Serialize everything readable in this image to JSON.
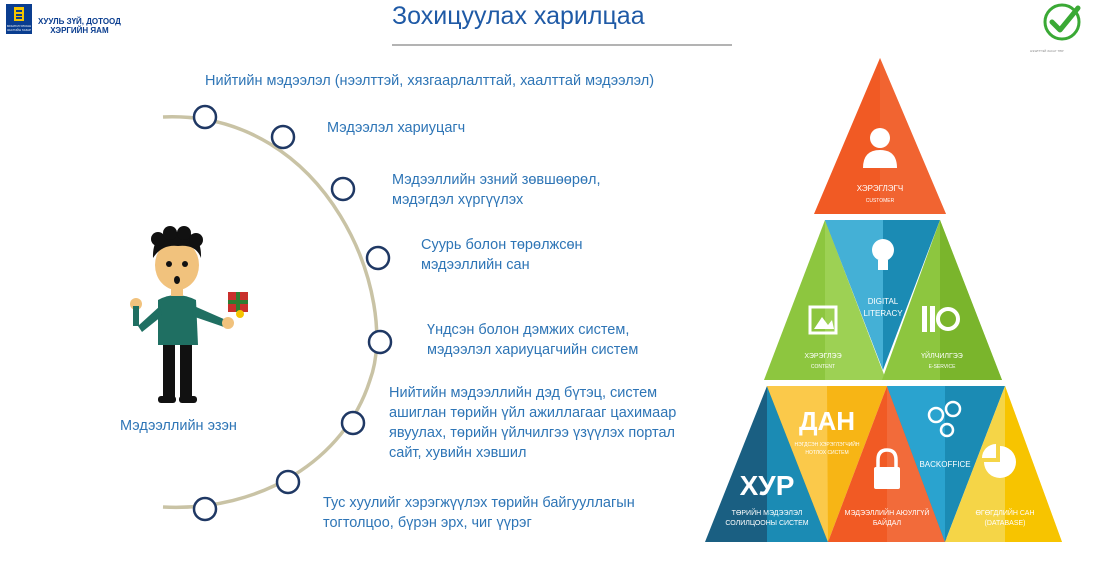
{
  "header": {
    "ministry_small": "МОНГОЛ УЛСЫН ЗАСГИЙН ГАЗАР",
    "ministry_line1": "ХУУЛЬ ЗҮЙ, ДОТООД",
    "ministry_line2": "ХЭРГИЙН ЯАМ",
    "title": "Зохицуулах харилцаа",
    "check_caption": "НЭЭЛТТЭЙ ЗАСАГ ТӨР"
  },
  "owner_label": "Мэдээллийн эзэн",
  "arc_items": [
    {
      "lines": [
        "Нийтийн мэдээлэл (нээлттэй,  хязгаарлалттай, хаалттай мэдээлэл)"
      ]
    },
    {
      "lines": [
        "Мэдээлэл хариуцагч"
      ]
    },
    {
      "lines": [
        "Мэдээллийн эзний зөвшөөрөл,",
        "мэдэгдэл хүргүүлэх"
      ]
    },
    {
      "lines": [
        "Суурь болон төрөлжсөн",
        "мэдээллийн сан"
      ]
    },
    {
      "lines": [
        "Үндсэн болон дэмжих систем,",
        "мэдээлэл хариуцагчийн систем"
      ]
    },
    {
      "lines": [
        "Нийтийн мэдээллийн дэд бүтэц, систем",
        "ашиглан төрийн үйл ажиллагааг цахимаар",
        "явуулах, төрийн үйлчилгээ үзүүлэх портал",
        "сайт, хувийн хэвшил"
      ]
    },
    {
      "lines": [
        "Тус хуулийг хэрэгжүүлэх төрийн байгууллагын",
        "тогтолцоо, бүрэн эрх, чиг үүрэг"
      ]
    }
  ],
  "pyramid": {
    "customer_label": "ХЭРЭГЛЭГЧ",
    "customer_sub": "CUSTOMER",
    "literacy_line1": "DIGITAL",
    "literacy_line2": "LITERACY",
    "content_label": "ХЭРЭГЛЭЭ",
    "content_sub": "CONTENT",
    "service_label": "ҮЙЛЧИЛГЭЭ",
    "service_sub": "E-SERVICE",
    "dan_label": "ДАН",
    "dan_sub1": "НЭГДСЭН ХЭРЭГЛЭГЧИЙН",
    "dan_sub2": "НОТЛОХ СИСТЕМ",
    "backoffice_label": "BACKOFFICE",
    "khur_label": "ХУР",
    "khur_sub1": "ТӨРИЙН МЭДЭЭЛЭЛ",
    "khur_sub2": "СОЛИЛЦООНЫ СИСТЕМ",
    "security_sub1": "МЭДЭЭЛЛИЙН АЮУЛГҮЙ",
    "security_sub2": "БАЙДАЛ",
    "database_sub1": "ӨГӨГДЛИЙН САН",
    "database_sub2": "(DATABASE)"
  },
  "colors": {
    "accent_blue": "#2e75b6",
    "title_blue": "#1f5aa6",
    "ministry_blue": "#0a3d8f",
    "arc": "#c9c3a5",
    "node_stroke": "#1f3864",
    "orange": "#f15a24",
    "green": "#8dc63f",
    "teal": "#1b8bb4",
    "navy": "#1a5f82",
    "yellow": "#f7b515",
    "pale_yellow": "#f5d547",
    "check_green": "#3aa935"
  }
}
